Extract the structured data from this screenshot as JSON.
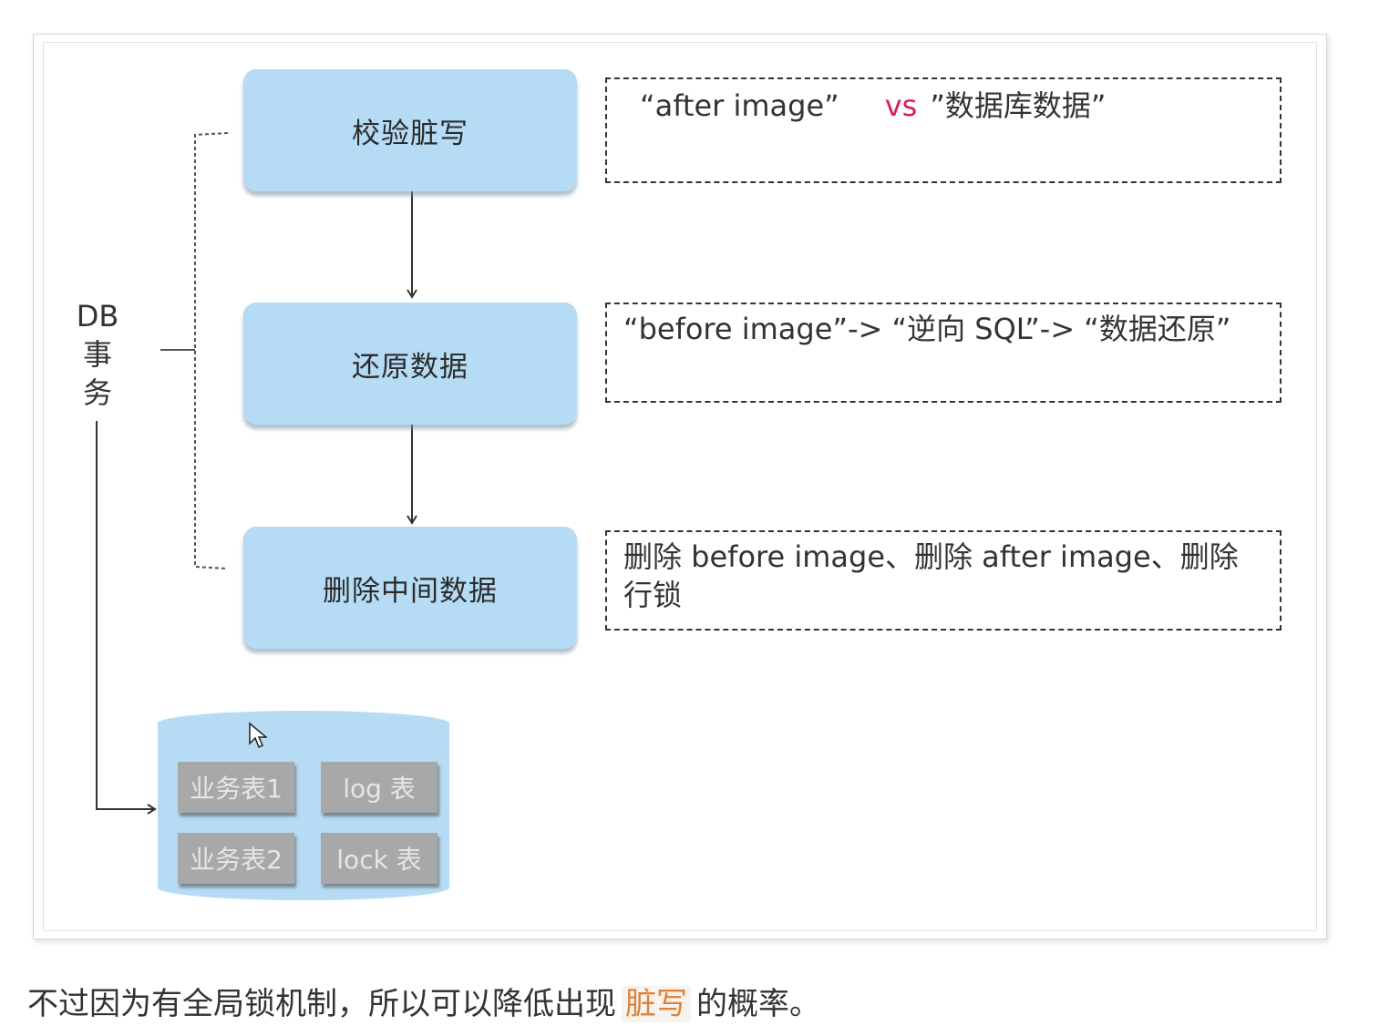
{
  "diagram": {
    "db_label": [
      "DB",
      "事",
      "务"
    ],
    "steps": [
      "校验脏写",
      "还原数据",
      "删除中间数据"
    ],
    "notes": [
      {
        "pre": "“after  image”",
        "vs": "vs",
        "post": "”数据库数据”"
      },
      {
        "text": "“before image”-> “逆向 SQL”-> “数据还原”"
      },
      {
        "text": "删除 before image、删除 after image、删除行锁"
      }
    ],
    "tables": [
      "业务表1",
      "log 表",
      "业务表2",
      "lock 表"
    ]
  },
  "caption": {
    "before": "不过因为有全局锁机制，所以可以降低出现",
    "highlight": "脏写",
    "after": "的概率。"
  },
  "colors": {
    "box_fill": "#b6dbf4",
    "vs_accent": "#d81b60",
    "highlight": "#e0823a",
    "table_fill": "#a8a8a8"
  }
}
